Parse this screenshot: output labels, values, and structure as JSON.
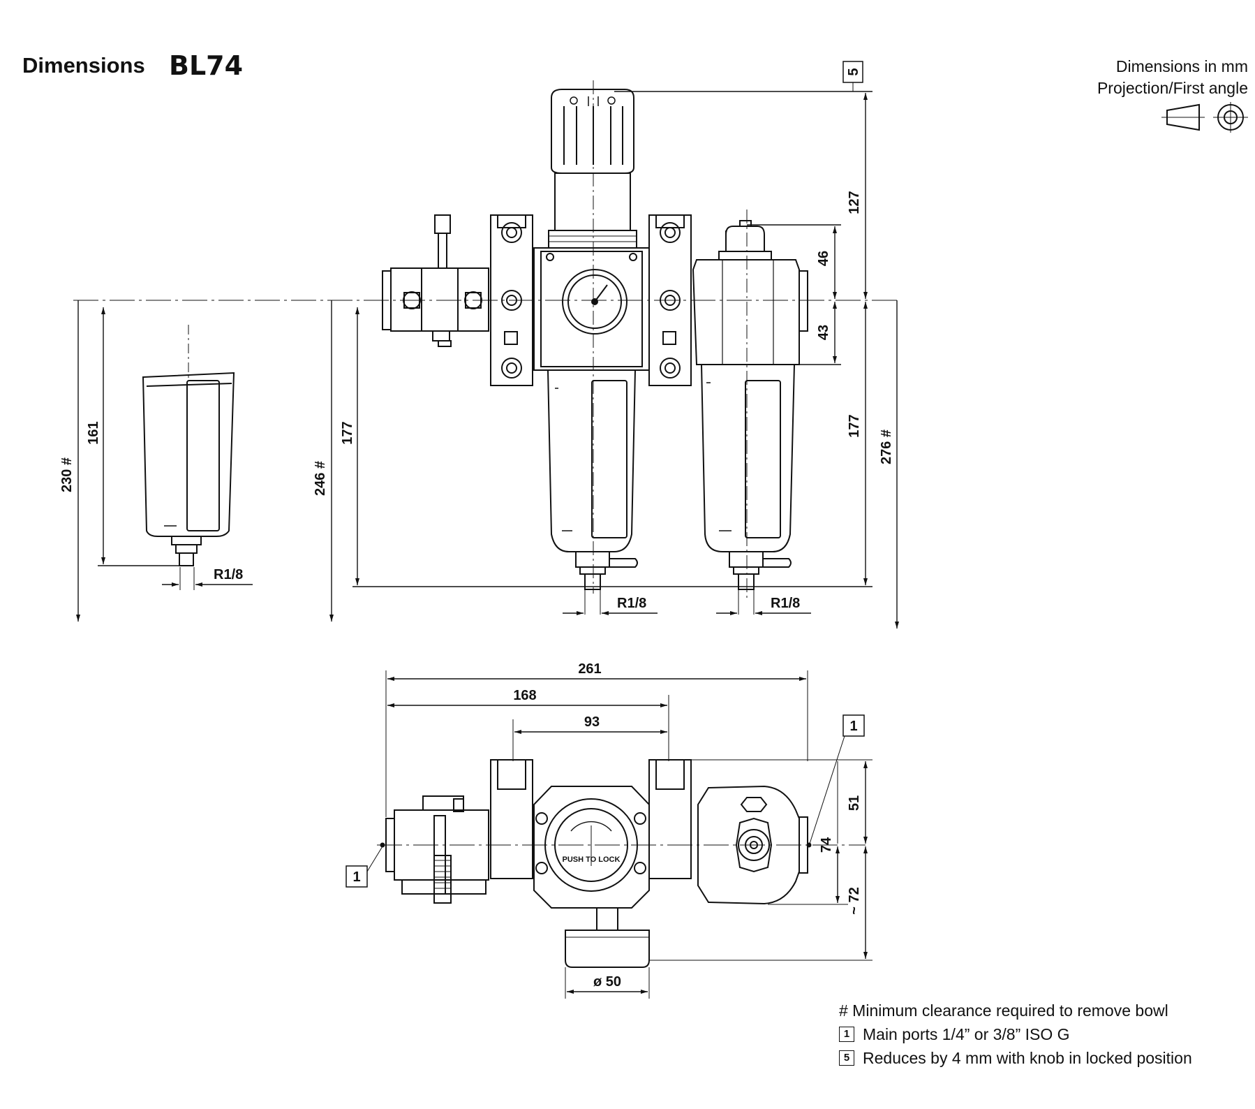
{
  "header": {
    "title": "Dimensions",
    "model": "BL74",
    "units_line1": "Dimensions in mm",
    "units_line2": "Projection/First angle"
  },
  "callouts": {
    "ref1": "1",
    "ref5": "5"
  },
  "dimensions": {
    "front": {
      "d230": "230 #",
      "d161": "161",
      "d246": "246 #",
      "d177_left": "177",
      "d127": "127",
      "d46": "46",
      "d43": "43",
      "d177_right": "177",
      "d276": "276 #",
      "thread_bowl": "R1/8",
      "thread_filter": "R1/8",
      "thread_lubricator": "R1/8"
    },
    "top": {
      "d261": "261",
      "d168": "168",
      "d93": "93",
      "d51": "51",
      "d74": "74",
      "d72": "~ 72",
      "d50": "ø 50",
      "knob_text": "PUSH TO LOCK"
    }
  },
  "notes": [
    {
      "marker": "",
      "text": "# Minimum clearance required to remove bowl"
    },
    {
      "marker": "1",
      "text": "Main ports 1/4” or 3/8” ISO G"
    },
    {
      "marker": "5",
      "text": "Reduces by 4 mm with knob in locked position"
    }
  ]
}
